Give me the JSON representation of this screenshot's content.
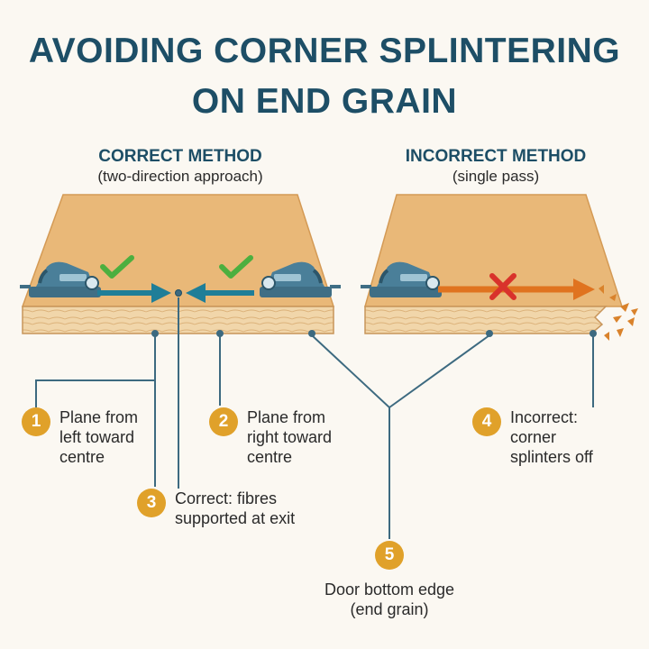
{
  "title": {
    "line1": "AVOIDING CORNER SPLINTERING",
    "line2": "ON END GRAIN"
  },
  "correct": {
    "heading": "CORRECT METHOD",
    "subheading": "(two-direction approach)"
  },
  "incorrect": {
    "heading": "INCORRECT METHOD",
    "subheading": "(single pass)"
  },
  "callouts": [
    {
      "number": "1",
      "lines": [
        "Plane from",
        "left toward",
        "centre"
      ]
    },
    {
      "number": "2",
      "lines": [
        "Plane from",
        "right toward",
        "centre"
      ]
    },
    {
      "number": "3",
      "lines": [
        "Correct: fibres",
        "supported at exit"
      ]
    },
    {
      "number": "4",
      "lines": [
        "Incorrect:",
        "corner",
        "splinters off"
      ]
    },
    {
      "number": "5",
      "lines": [
        "Door bottom edge",
        "(end grain)"
      ]
    }
  ],
  "icons": [
    "check-icon",
    "cross-icon",
    "hand-plane-icon",
    "arrow-icon",
    "splinter-icon"
  ],
  "colors": {
    "title": "#1d4e66",
    "wood_top": "#e9b878",
    "wood_edge": "#f0d3a5",
    "teal_arrow": "#1f7e98",
    "orange_arrow": "#e0731f",
    "check": "#4caf3f",
    "cross": "#d9322b",
    "badge": "#e0a12a",
    "leader": "#3d6a80"
  }
}
